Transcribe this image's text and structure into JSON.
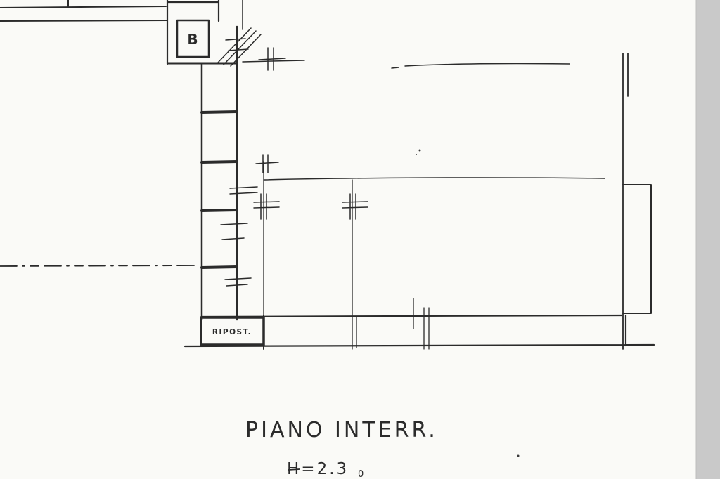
{
  "drawing": {
    "type": "scanned architectural floor plan",
    "title": "PIANO INTERR.",
    "height_label": "H=2.3",
    "height_sub": "0",
    "room_b_label": "B",
    "storage_label": "RIPOST.",
    "ink_color": "#2b2b2b",
    "paper_color": "#fafaf7",
    "scan_edge_color": "#c9c9c9"
  }
}
